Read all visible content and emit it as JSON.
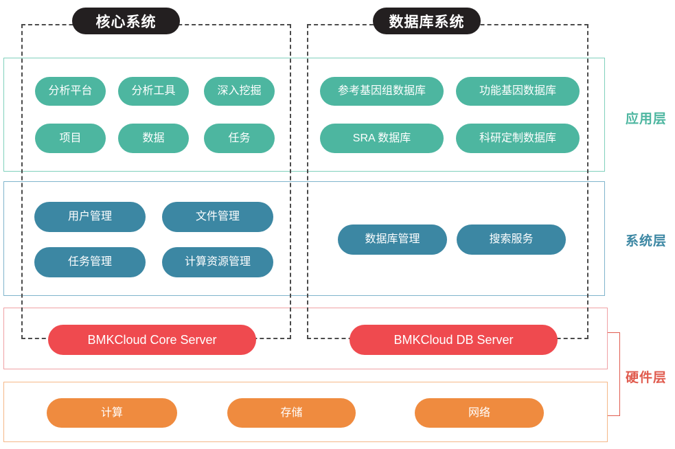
{
  "diagram": {
    "title_groups": [
      {
        "id": "core-system",
        "label": "核心系统"
      },
      {
        "id": "database-system",
        "label": "数据库系统"
      }
    ],
    "layers": [
      {
        "id": "application",
        "label": "应用层",
        "color": "#4db6a0",
        "frame_color": "#7fd0bb"
      },
      {
        "id": "system",
        "label": "系统层",
        "color": "#3c87a3",
        "frame_color": "#7fb4cc"
      },
      {
        "id": "hardware",
        "label": "硬件层",
        "color": "#e05b4e",
        "frame_color": "#f0a0a4"
      }
    ],
    "application_layer": {
      "core_items": [
        "分析平台",
        "分析工具",
        "深入挖掘",
        "项目",
        "数据",
        "任务"
      ],
      "database_items": [
        "参考基因组数据库",
        "功能基因数据库",
        "SRA 数据库",
        "科研定制数据库"
      ]
    },
    "system_layer": {
      "core_items": [
        "用户管理",
        "文件管理",
        "任务管理",
        "计算资源管理"
      ],
      "database_items": [
        "数据库管理",
        "搜索服务"
      ]
    },
    "server_layer": {
      "core_item": "BMKCloud Core Server",
      "database_item": "BMKCloud DB Server"
    },
    "hardware_layer": {
      "items": [
        "计算",
        "存储",
        "网络"
      ]
    }
  }
}
